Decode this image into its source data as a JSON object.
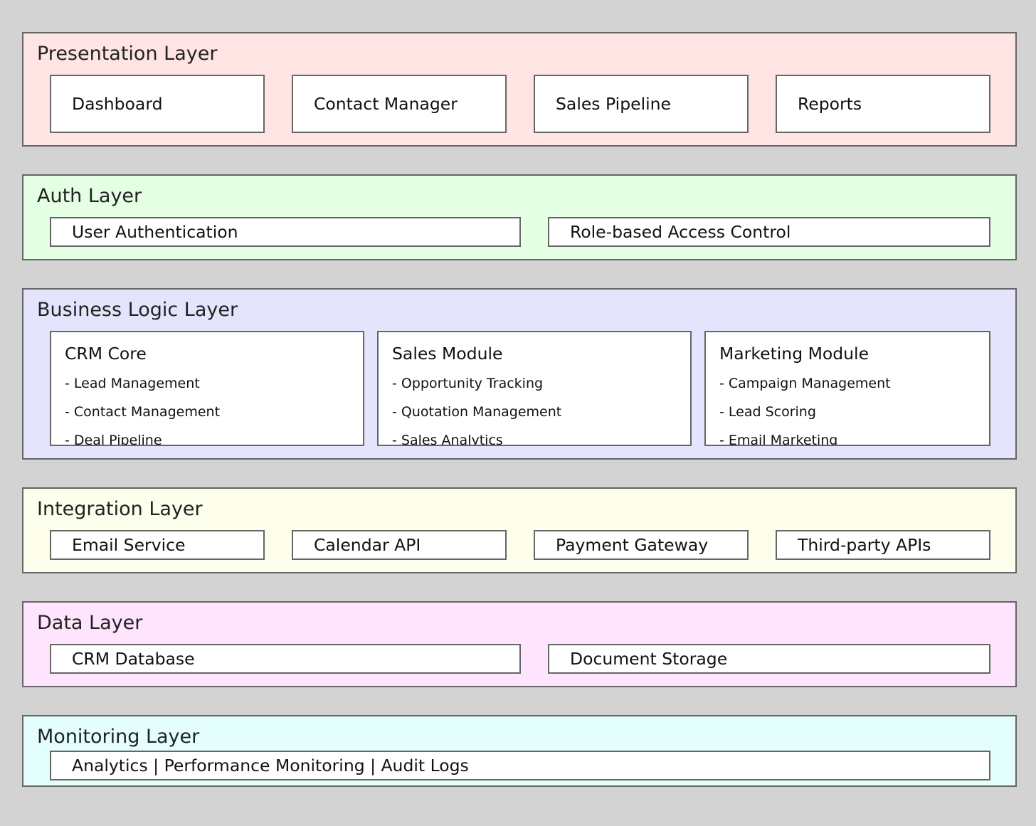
{
  "colors": {
    "background": "#d3d3d3",
    "border": "#666666",
    "box_fill": "#ffffff",
    "presentation_fill": "#ffe4e4",
    "auth_fill": "#e4ffe4",
    "business_fill": "#e4e4fc",
    "integration_fill": "#fefeec",
    "data_fill": "#ffe4fe",
    "monitoring_fill": "#e4fefe"
  },
  "presentation": {
    "title": "Presentation Layer",
    "items": [
      "Dashboard",
      "Contact Manager",
      "Sales Pipeline",
      "Reports"
    ]
  },
  "auth": {
    "title": "Auth Layer",
    "items": [
      "User Authentication",
      "Role-based Access Control"
    ]
  },
  "business": {
    "title": "Business Logic Layer",
    "modules": [
      {
        "title": "CRM Core",
        "items": [
          "- Lead Management",
          "- Contact Management",
          "- Deal Pipeline"
        ]
      },
      {
        "title": "Sales Module",
        "items": [
          "- Opportunity Tracking",
          "- Quotation Management",
          "- Sales Analytics"
        ]
      },
      {
        "title": "Marketing Module",
        "items": [
          "- Campaign Management",
          "- Lead Scoring",
          "- Email Marketing"
        ]
      }
    ]
  },
  "integration": {
    "title": "Integration Layer",
    "items": [
      "Email Service",
      "Calendar API",
      "Payment Gateway",
      "Third-party APIs"
    ]
  },
  "data_layer": {
    "title": "Data Layer",
    "items": [
      "CRM Database",
      "Document Storage"
    ]
  },
  "monitoring": {
    "title": "Monitoring Layer",
    "items": [
      "Analytics | Performance Monitoring | Audit Logs"
    ]
  }
}
